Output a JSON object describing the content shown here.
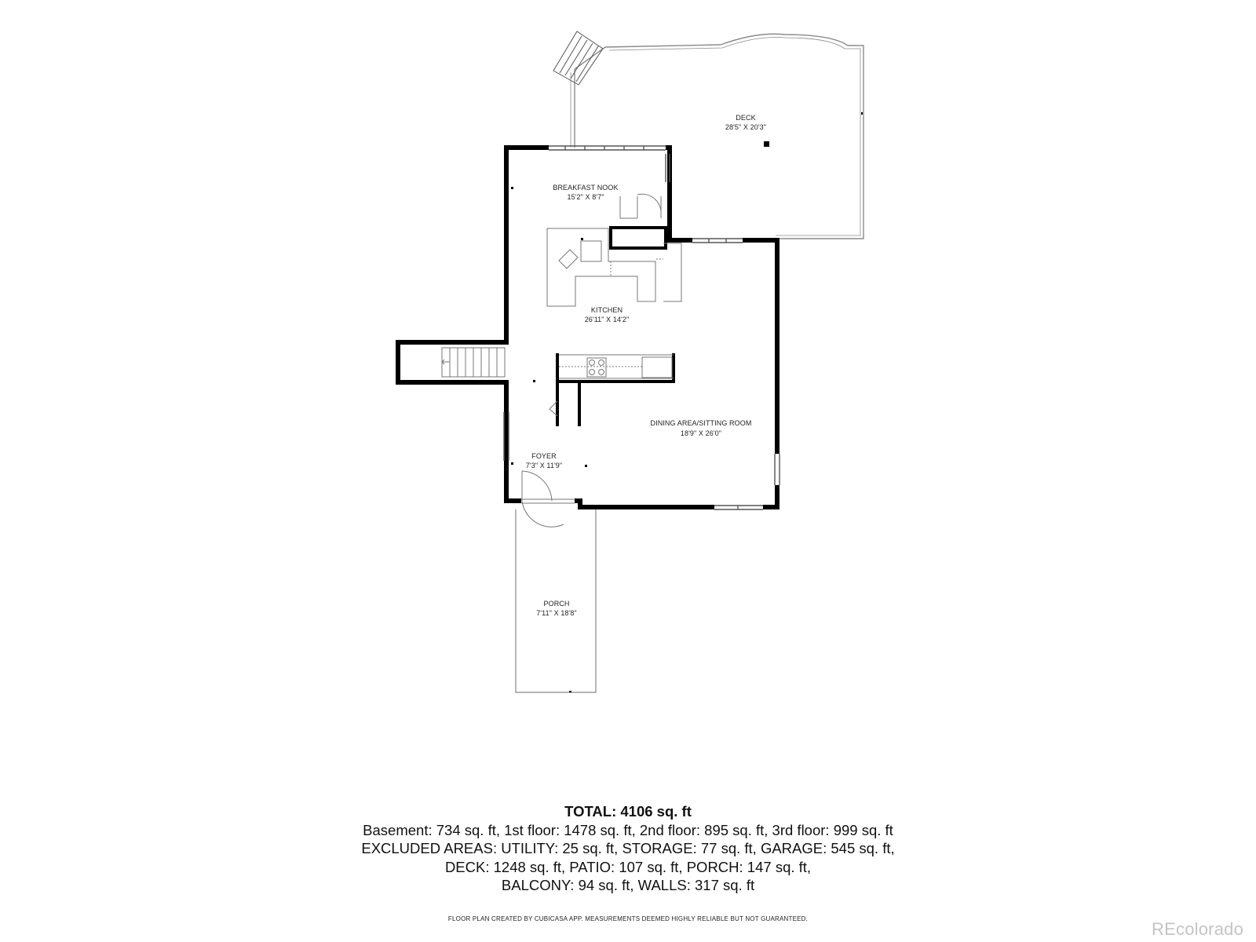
{
  "rooms": {
    "deck": {
      "name": "DECK",
      "dims": "28'5\" X 20'3\""
    },
    "breakfast_nook": {
      "name": "BREAKFAST NOOK",
      "dims": "15'2\" X 8'7\""
    },
    "kitchen": {
      "name": "KITCHEN",
      "dims": "26'11\" X 14'2\""
    },
    "dining": {
      "name": "DINING AREA/SITTING ROOM",
      "dims": "18'9\" X 26'0\""
    },
    "foyer": {
      "name": "FOYER",
      "dims": "7'3\" X 11'9\""
    },
    "porch": {
      "name": "PORCH",
      "dims": "7'11\" X 18'8\""
    }
  },
  "summary": {
    "total": "TOTAL: 4106 sq. ft",
    "line1": "Basement: 734 sq. ft, 1st floor: 1478 sq. ft, 2nd floor: 895 sq. ft, 3rd floor: 999 sq. ft",
    "line2": "EXCLUDED AREAS: UTILITY: 25 sq. ft, STORAGE: 77 sq. ft, GARAGE: 545 sq. ft,",
    "line3": "DECK: 1248 sq. ft, PATIO: 107 sq. ft, PORCH: 147 sq. ft,",
    "line4": "BALCONY: 94 sq. ft, WALLS: 317 sq. ft"
  },
  "disclaimer": "FLOOR PLAN CREATED BY CUBICASA APP. MEASUREMENTS DEEMED HIGHLY RELIABLE BUT NOT GUARANTEED.",
  "watermark": "REcolorado",
  "colors": {
    "wall": "#000000",
    "outline": "#8a8a8a",
    "watermark": "#c4c4c4"
  }
}
